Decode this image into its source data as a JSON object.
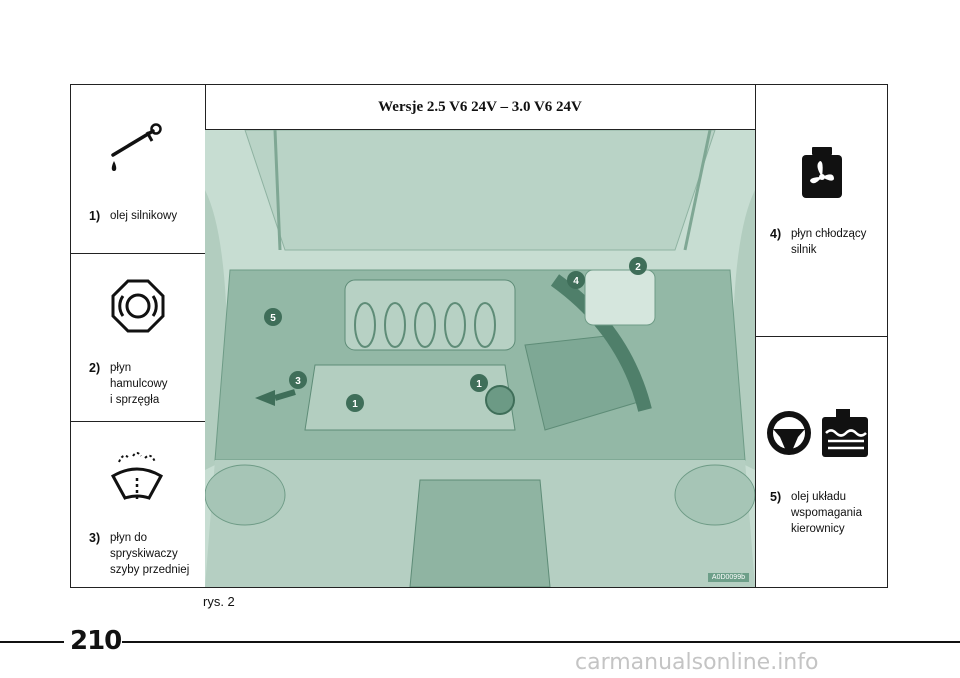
{
  "title": "Wersje 2.5 V6 24V – 3.0 V6 24V",
  "left_items": [
    {
      "num": "1)",
      "text": "olej silnikowy",
      "icon": "oil-dipstick-icon"
    },
    {
      "num": "2)",
      "text": "płyn\nhamulcowy\ni sprzęgła",
      "icon": "brake-fluid-icon"
    },
    {
      "num": "3)",
      "text": "płyn do\nspryskiwaczy\nszyby przedniej",
      "icon": "windscreen-washer-icon"
    }
  ],
  "right_items": [
    {
      "num": "4)",
      "text": "płyn chłodzący\nsilnik",
      "icon": "coolant-icon"
    },
    {
      "num": "5)",
      "text": "olej układu\nwspomagania\nkierownicy",
      "icon": "power-steering-icon"
    }
  ],
  "photo_markers": [
    "1",
    "1",
    "2",
    "3",
    "4",
    "5"
  ],
  "photo_code": "A0D0099b",
  "caption": "rys. 2",
  "page_number": "210",
  "watermark": "carmanualsonline.info",
  "colors": {
    "photo_tint": "#a9c9bb",
    "line": "#222222"
  }
}
